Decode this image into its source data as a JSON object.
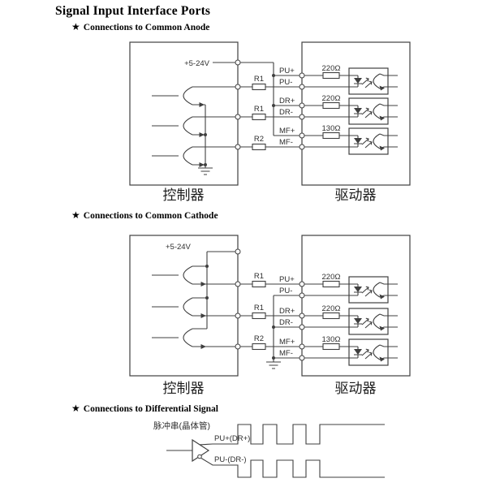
{
  "page": {
    "title": "Signal Input Interface Ports"
  },
  "sections": [
    {
      "bullet": "★",
      "heading": "Connections to Common Anode"
    },
    {
      "bullet": "★",
      "heading": "Connections to Common Cathode"
    },
    {
      "bullet": "★",
      "heading": "Connections to Differential Signal"
    }
  ],
  "common_anode": {
    "supply": "+5-24V",
    "series_resistors": [
      "R1",
      "R1",
      "R2"
    ],
    "signals": [
      "PU+",
      "PU-",
      "DR+",
      "DR-",
      "MF+",
      "MF-"
    ],
    "input_resistors": [
      "220Ω",
      "220Ω",
      "130Ω"
    ],
    "controller_label": "控制器",
    "driver_label": "驱动器"
  },
  "common_cathode": {
    "supply": "+5-24V",
    "series_resistors": [
      "R1",
      "R1",
      "R2"
    ],
    "signals": [
      "PU+",
      "PU-",
      "DR+",
      "DR-",
      "MF+",
      "MF-"
    ],
    "input_resistors": [
      "220Ω",
      "220Ω",
      "130Ω"
    ],
    "controller_label": "控制器",
    "driver_label": "驱动器"
  },
  "differential": {
    "source_label": "脉冲串(晶体管)",
    "positive_label": "PU+(DR+)",
    "negative_label": "PU-(DR-)"
  },
  "colors": {
    "line": "#3f3f3f",
    "text": "#2e2e2e",
    "background": "#ffffff"
  }
}
